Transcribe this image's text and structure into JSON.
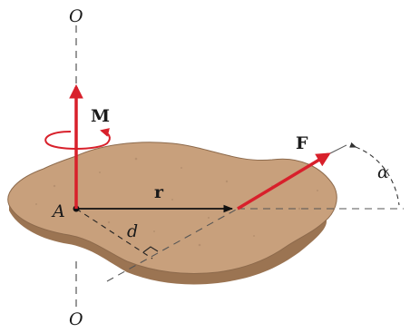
{
  "labels": {
    "axis_top": "O",
    "axis_bottom": "O",
    "point_a": "A",
    "moment": "M",
    "position_vector": "r",
    "force": "F",
    "distance": "d",
    "angle": "α"
  },
  "colors": {
    "force_red": "#d8202b",
    "plate_fill": "#c8a07c",
    "plate_side": "#9b7452",
    "line_dark": "#222222",
    "dashed": "#555555"
  }
}
